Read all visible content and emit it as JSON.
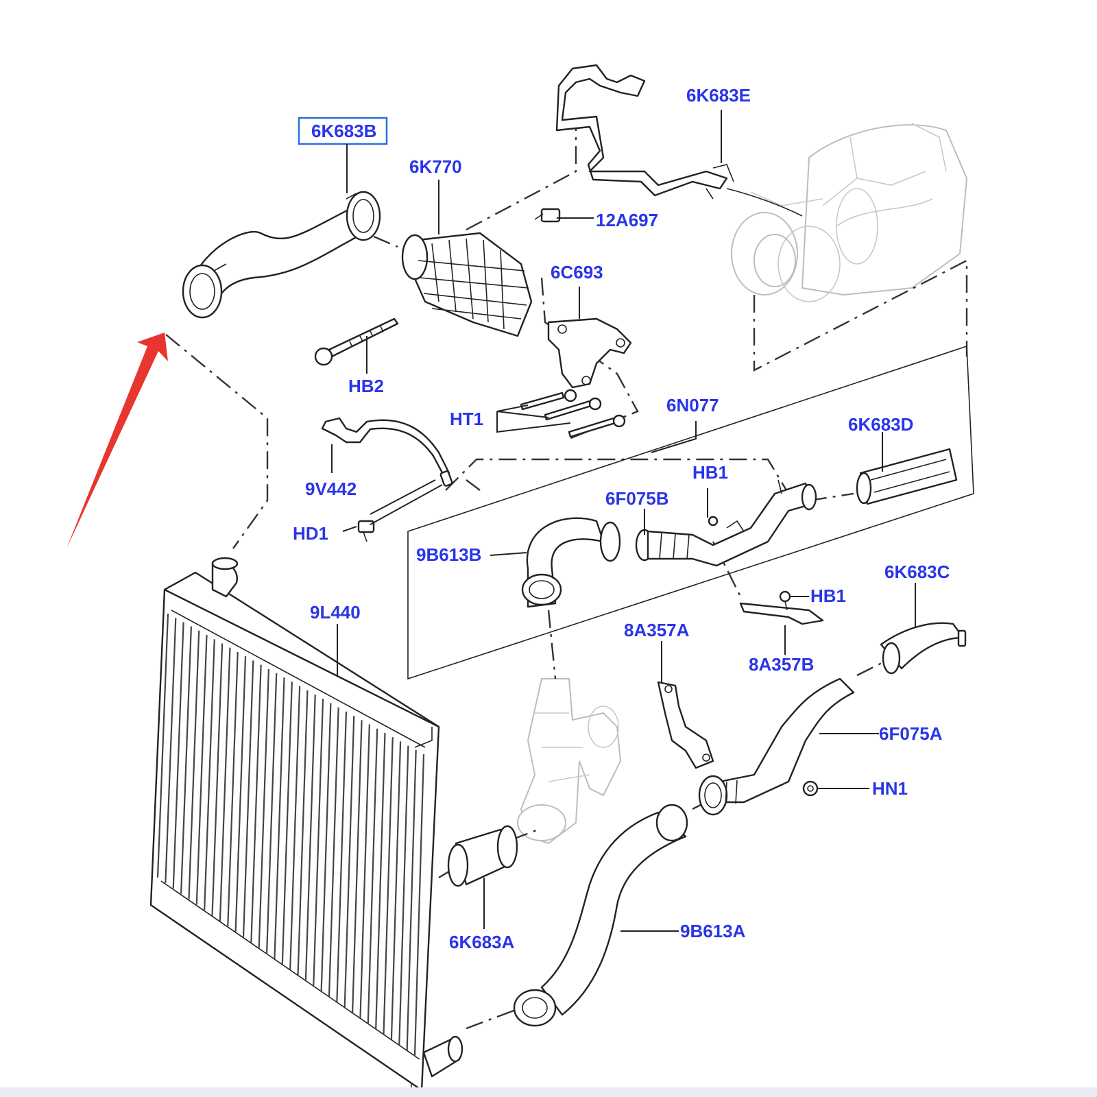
{
  "diagram": {
    "labels": {
      "6K683B": "6K683B",
      "6K770": "6K770",
      "6K683E": "6K683E",
      "12A697": "12A697",
      "6C693": "6C693",
      "HB2": "HB2",
      "HT1": "HT1",
      "6N077": "6N077",
      "6K683D": "6K683D",
      "9V442": "9V442",
      "HB1_upper": "HB1",
      "6F075B": "6F075B",
      "HD1": "HD1",
      "9B613B": "9B613B",
      "6K683C": "6K683C",
      "HB1_lower": "HB1",
      "9L440": "9L440",
      "8A357A": "8A357A",
      "8A357B": "8A357B",
      "6F075A": "6F075A",
      "HN1": "HN1",
      "6K683A": "6K683A",
      "9B613A": "9B613A"
    },
    "highlighted_part": "6K683B",
    "colors": {
      "label": "#2a35e8",
      "highlight_box": "#2a6fe0",
      "arrow": "#e8352f",
      "line": "#222222",
      "ghost": "#bdbdbd",
      "bottom_strip": "#e9ecf2"
    }
  }
}
